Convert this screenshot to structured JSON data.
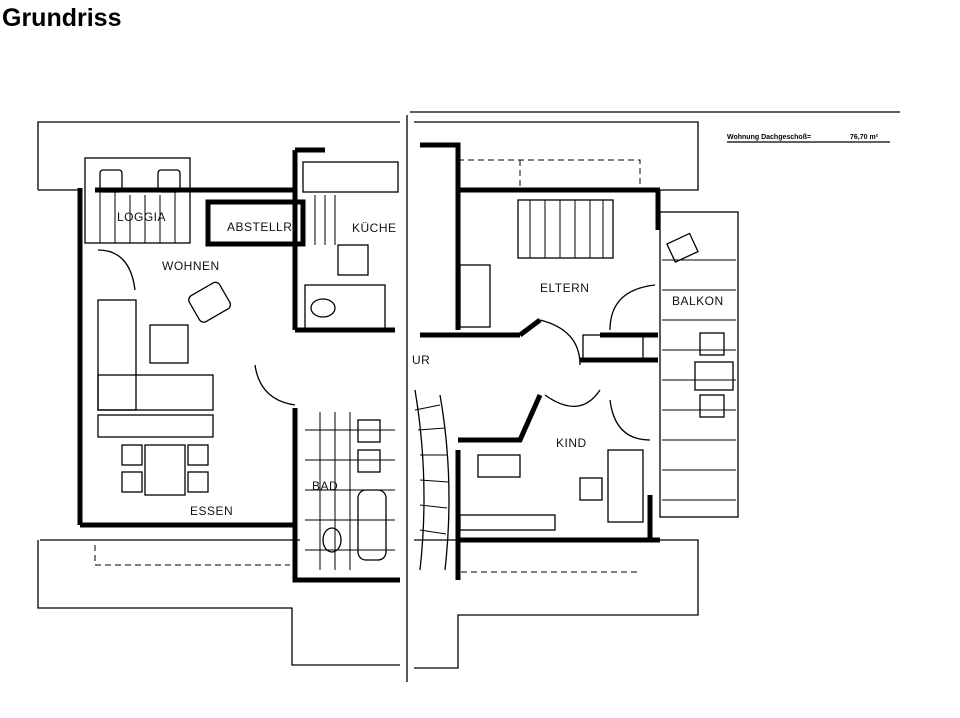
{
  "page": {
    "title": "Grundriss"
  },
  "plan": {
    "area_label": "Wohnung Dachgeschoß=",
    "area_value": "76,70 m²",
    "rooms": {
      "loggia": "LOGGIA",
      "abstellraum": "ABSTELLR.",
      "kueche": "KÜCHE",
      "wohnen": "WOHNEN",
      "essen": "ESSEN",
      "bad": "BAD",
      "flur": "UR",
      "eltern": "ELTERN",
      "balkon": "BALKON",
      "kind": "KIND"
    }
  }
}
